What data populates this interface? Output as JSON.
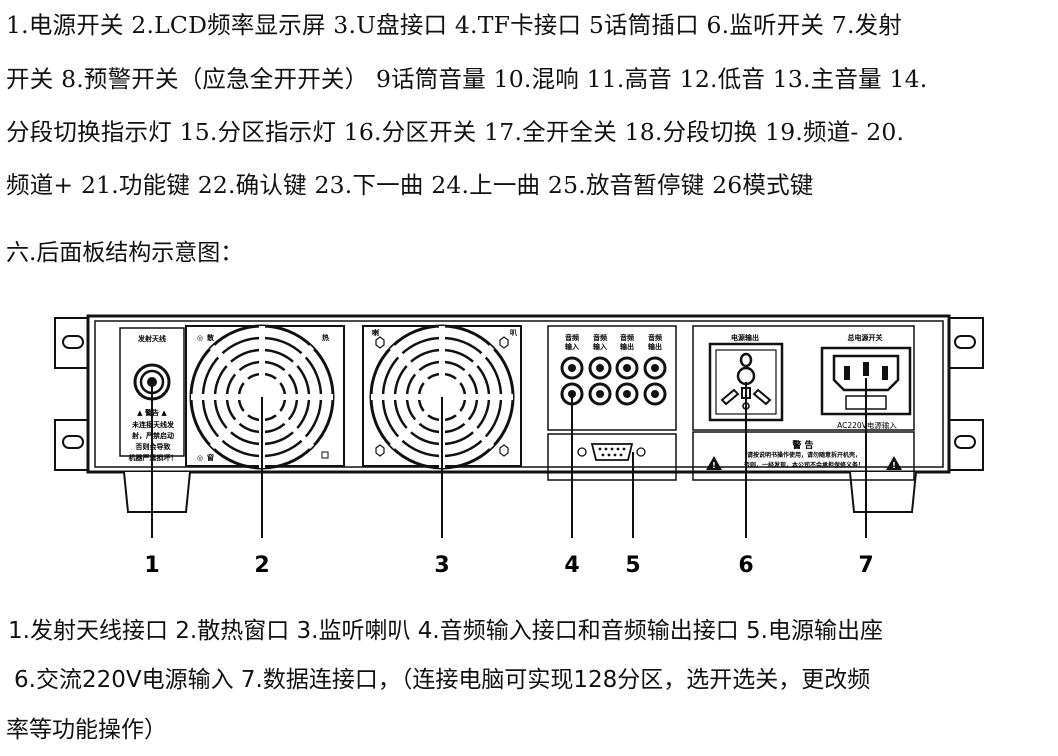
{
  "front_panel_legend": {
    "line1": "1.电源开关 2.LCD频率显示屏 3.U盘接口 4.TF卡接口 5话筒插口 6.监听开关 7.发射",
    "line2": "开关 8.预警开关（应急全开开关） 9话筒音量 10.混响 11.高音 12.低音 13.主音量 14.",
    "line3": "分段切换指示灯 15.分区指示灯 16.分区开关 17.全开全关 18.分段切换 19.频道- 20.",
    "line4": "频道+ 21.功能键 22.确认键 23.下一曲 24.上一曲 25.放音暂停键 26模式键"
  },
  "section_heading": "六.后面板结构示意图：",
  "panel": {
    "antenna_label": "发射天线",
    "warning_title": "警告",
    "warning_left_lines": [
      "未连接天线发",
      "射，严禁启动",
      "否则会导致",
      "机器严重损坏！"
    ],
    "fan_corner_left": "散",
    "fan_corner_right": "热",
    "fan_corner_bottom": "窗",
    "speaker_corner_left": "喇",
    "speaker_corner_right": "叭",
    "audio_labels": [
      [
        "音频",
        "输入"
      ],
      [
        "音频",
        "输入"
      ],
      [
        "音频",
        "输出"
      ],
      [
        "音频",
        "输出"
      ]
    ],
    "power_out_label": "电源输出",
    "main_switch_label": "总电源开关",
    "ac_input_label": "AC220V电源输入",
    "warning_right_title": "警 告",
    "warning_right_lines": [
      "请按说明书操作使用，请勿随意拆开机壳，",
      "否则，一经发现，本公司不会承担保修义务！"
    ]
  },
  "callouts": [
    "1",
    "2",
    "3",
    "4",
    "5",
    "6",
    "7"
  ],
  "rear_panel_legend": {
    "line1": "1.发射天线接口 2.散热窗口 3.监听喇叭 4.音频输入接口和音频输出接口 5.电源输出座",
    "line2": "6.交流220V电源输入 7.数据连接口，（连接电脑可实现128分区，选开选关，更改频",
    "line3": "率等功能操作）"
  }
}
